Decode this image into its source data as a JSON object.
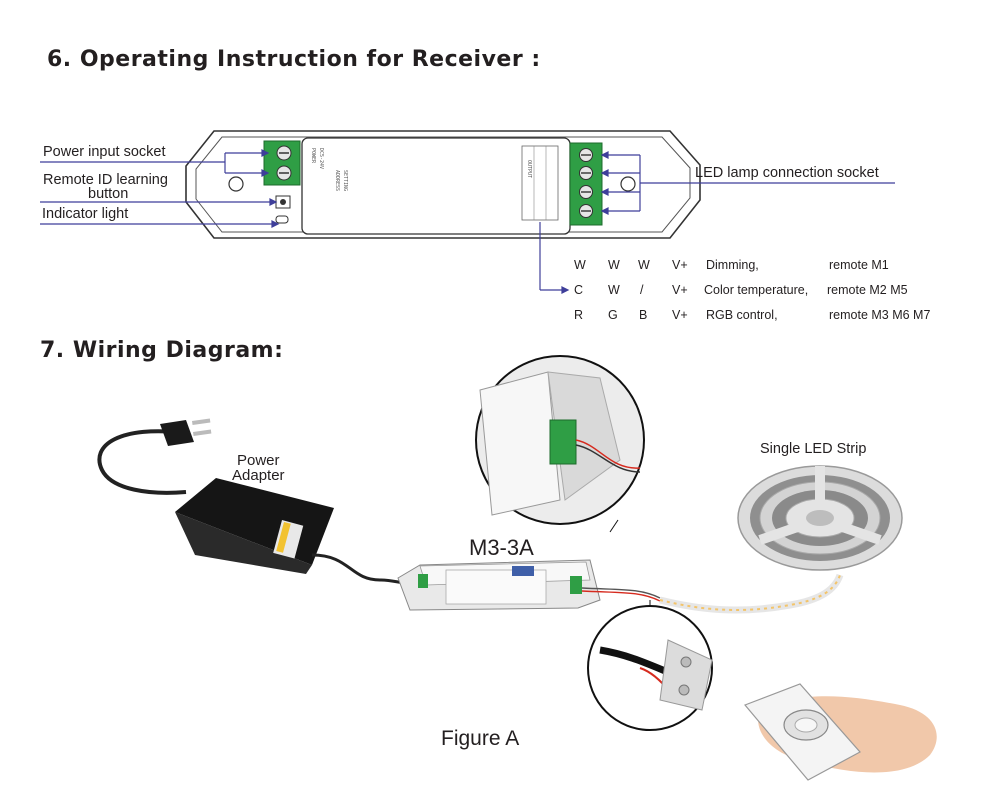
{
  "section6": {
    "title": "6. Operating Instruction for Receiver :",
    "labels": {
      "power_input": "Power input socket",
      "remote_id_line1": "Remote ID learning",
      "remote_id_line2": "button",
      "indicator": "Indicator light",
      "led_socket": "LED lamp connection socket"
    },
    "table": [
      {
        "c1": "W",
        "c2": "W",
        "c3": "W",
        "c4": "V+",
        "func": "Dimming,",
        "remote": "remote M1"
      },
      {
        "c1": "C",
        "c2": "W",
        "c3": "/",
        "c4": "V+",
        "func": "Color temperature,",
        "remote": "remote M2 M5"
      },
      {
        "c1": "R",
        "c2": "G",
        "c3": "B",
        "c4": "V+",
        "func": "RGB control,",
        "remote": "remote  M3 M6 M7"
      }
    ]
  },
  "section7": {
    "title": "7. Wiring Diagram:",
    "power_adapter_line1": "Power",
    "power_adapter_line2": "Adapter",
    "model": "M3-3A",
    "strip_label": "Single  LED Strip",
    "figure_caption": "Figure A"
  },
  "colors": {
    "text": "#231f20",
    "connector_green": "#2f9e45",
    "arrow_blue": "#3f3f9a",
    "device_outline": "#333333",
    "wire_red": "#d62b1f"
  },
  "icons": [
    "plug-icon",
    "power-adapter-icon",
    "led-strip-reel-icon",
    "remote-control-hand-icon",
    "controller-icon"
  ]
}
